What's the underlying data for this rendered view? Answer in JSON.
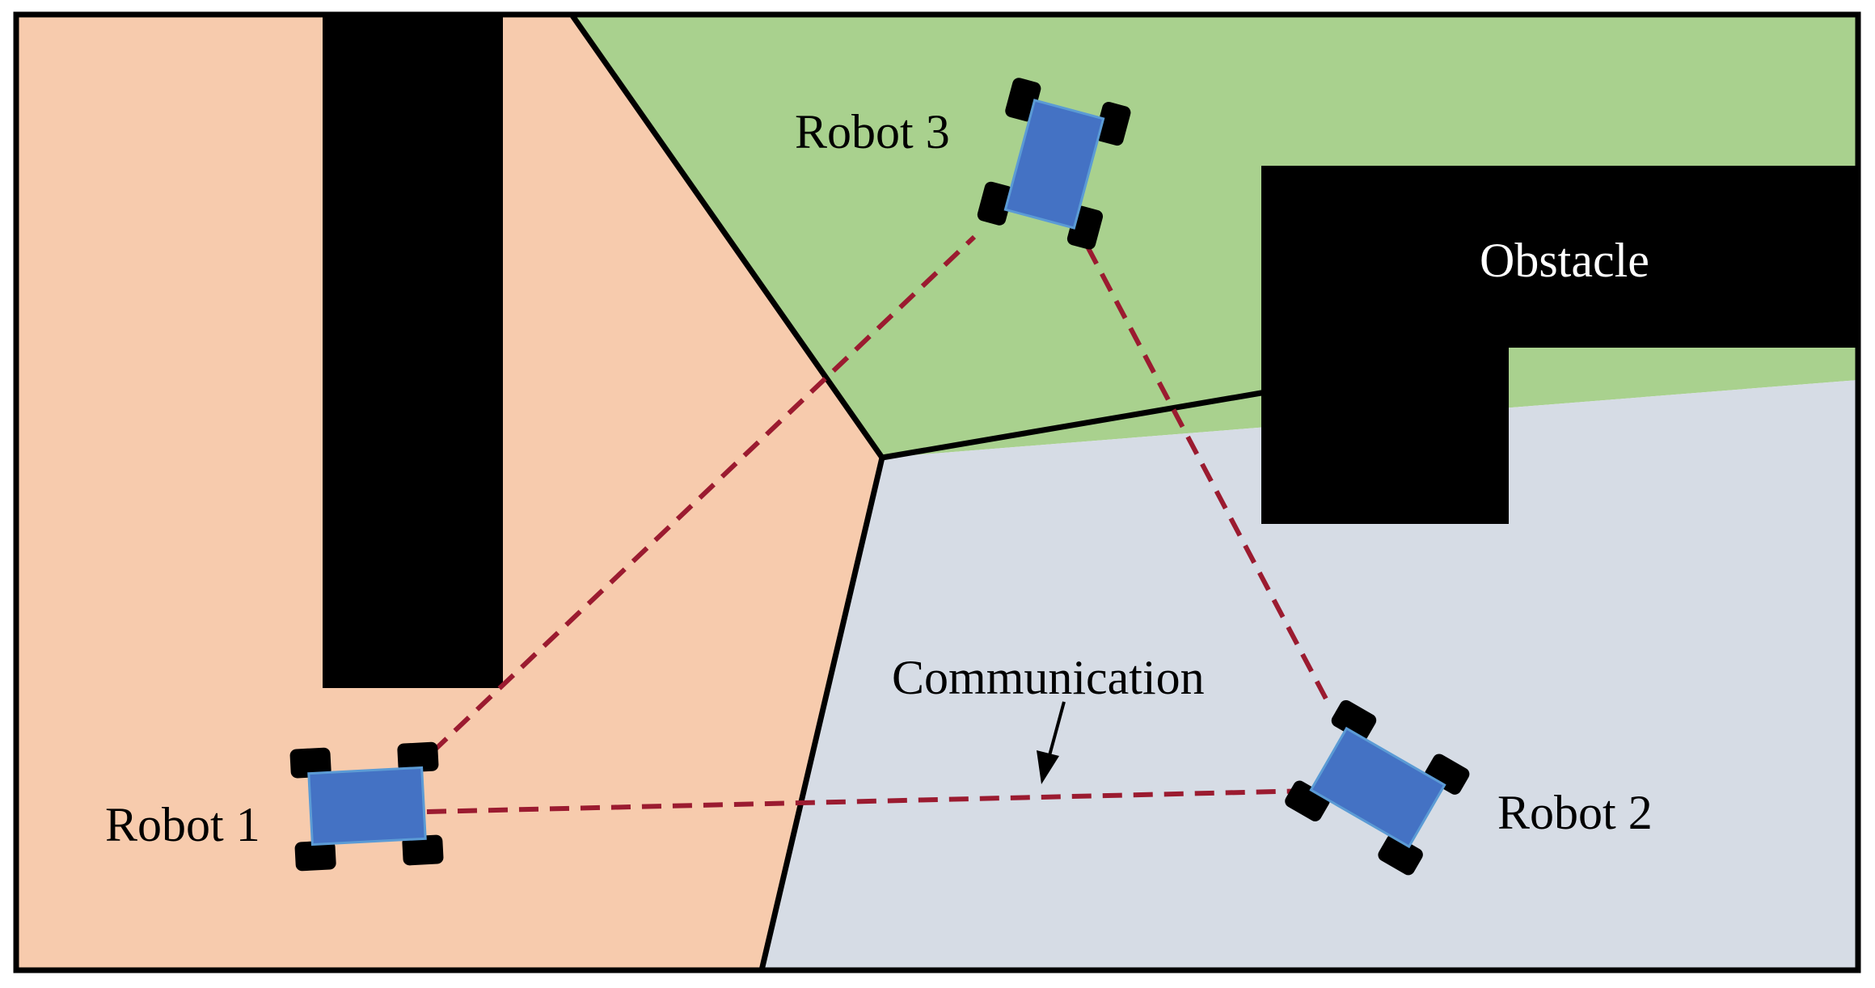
{
  "labels": {
    "robot1": "Robot 1",
    "robot2": "Robot 2",
    "robot3": "Robot 3",
    "obstacle": "Obstacle",
    "communication": "Communication"
  },
  "colors": {
    "region_robot1": "#f7cbad",
    "region_robot3": "#a9d18e",
    "region_robot2": "#d6dce5",
    "obstacle": "#000000",
    "robot_body": "#4472c4",
    "robot_wheel": "#000000",
    "communication_link": "#9b1b30",
    "boundary": "#000000"
  }
}
